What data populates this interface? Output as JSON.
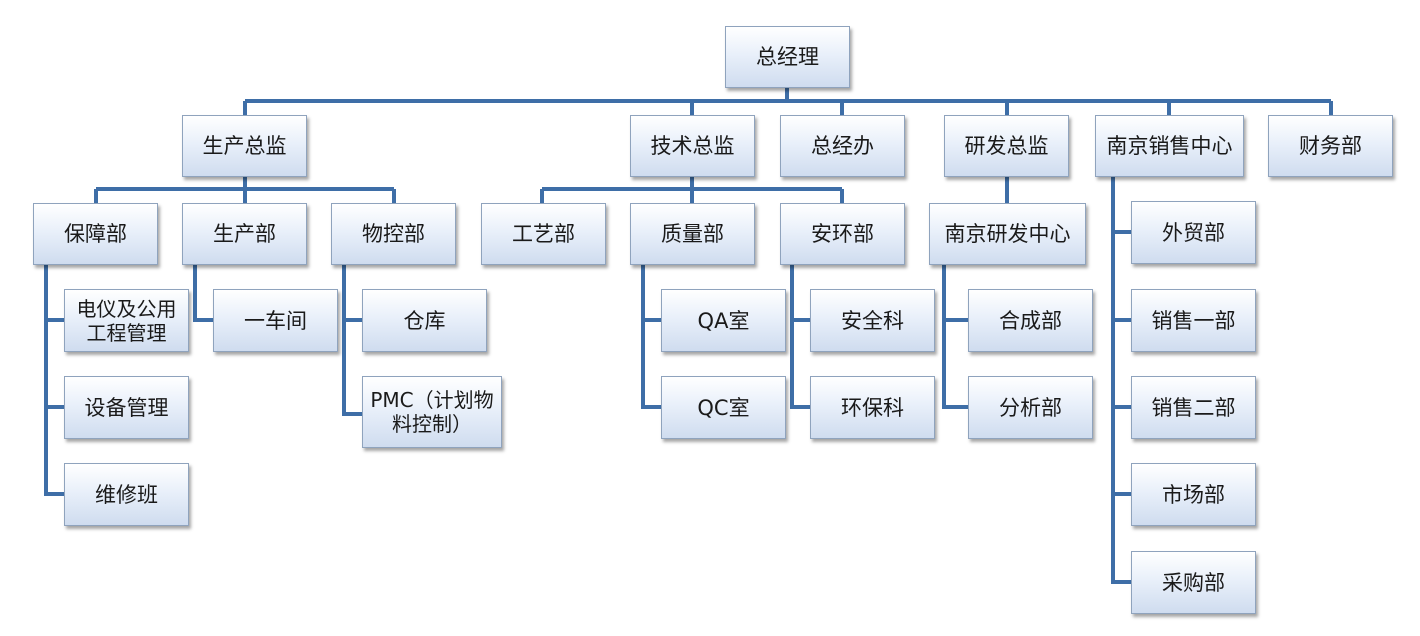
{
  "org": {
    "ceo": "总经理",
    "production_director": "生产总监",
    "tech_director": "技术总监",
    "gm_office": "总经办",
    "rd_director": "研发总监",
    "nanjing_sales_center": "南京销售中心",
    "finance": "财务部",
    "maintenance_dept": "保障部",
    "production_dept": "生产部",
    "material_control_dept": "物控部",
    "electrical_public_eng": "电仪及公用工程管理",
    "equipment_mgmt": "设备管理",
    "repair_team": "维修班",
    "workshop_1": "一车间",
    "warehouse": "仓库",
    "pmc": "PMC（计划物料控制）",
    "process_dept": "工艺部",
    "quality_dept": "质量部",
    "safety_env_dept": "安环部",
    "qa_room": "QA室",
    "qc_room": "QC室",
    "safety_section": "安全科",
    "env_section": "环保科",
    "nanjing_rd_center": "南京研发中心",
    "synthesis_dept": "合成部",
    "analysis_dept": "分析部",
    "foreign_trade": "外贸部",
    "sales_1": "销售一部",
    "sales_2": "销售二部",
    "market_dept": "市场部",
    "purchasing_dept": "采购部"
  },
  "colors": {
    "connector": "#3e6ea7",
    "node_border": "#8fa3bd",
    "node_fill_top": "#ffffff",
    "node_fill_bottom": "#cfdcef"
  }
}
